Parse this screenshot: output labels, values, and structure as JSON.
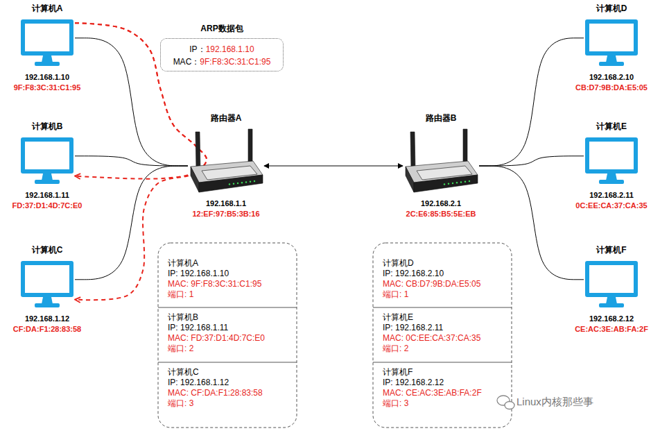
{
  "diagram": {
    "nodes": [
      {
        "text": [
          "计算机A",
          "192.168.1.10",
          "9F:F8:3C:31:C1:95"
        ]
      },
      {
        "text": [
          "ARP数据包",
          "IP：",
          "192.168.1.10",
          "MAC：",
          "9F:F8:3C:31:C1:95"
        ]
      },
      {
        "text": [
          "计算机D",
          "192.168.2.10",
          "CB:D7:9B:DA:E5:05"
        ]
      },
      {
        "text": [
          "路由器A",
          "192.168.1.1",
          "12:EF:97:B5:3B:16"
        ]
      },
      {
        "text": [
          "路由器B",
          "192.168.2.1",
          "2C:E6:85:B5:5E:EB"
        ]
      },
      {
        "text": [
          "计算机B",
          "192.168.1.11",
          "FD:37:D1:4D:7C:E0"
        ]
      },
      {
        "text": [
          "计算机E",
          "192.168.2.11",
          "0C:EE:CA:37:CA:35"
        ]
      },
      {
        "text": [
          "计算机C",
          "192.168.1.12",
          "CF:DA:F1:28:83:58"
        ]
      },
      {
        "text": [
          "计算机F",
          "192.168.2.12",
          "CE:AC:3E:AB:FA:2F"
        ]
      },
      {
        "text": [
          "计算机A",
          "IP: 192.168.1.10",
          "MAC: 9F:F8:3C:31:C1:95",
          "端口: 1"
        ]
      },
      {
        "text": [
          "计算机B",
          "IP: 192.168.1.11",
          "MAC: FD:37:D1:4D:7C:E0",
          "端口: 2"
        ]
      },
      {
        "text": [
          "计算机C",
          "IP: 192.168.1.12",
          "MAC: CF:DA:F1:28:83:58",
          "端口: 3"
        ]
      },
      {
        "text": [
          "计算机D",
          "IP: 192.168.2.10",
          "MAC: CB:D7:9B:DA:E5:05",
          "端口: 1"
        ]
      },
      {
        "text": [
          "计算机E",
          "IP: 192.168.2.11",
          "MAC: 0C:EE:CA:37:CA:35",
          "端口: 2"
        ]
      },
      {
        "text": [
          "计算机F",
          "IP: 192.168.2.12",
          "MAC: CE:AC:3E:AB:FA:2F",
          "端口: 3"
        ]
      }
    ],
    "edges": [
      {
        "from": 0,
        "to": 3,
        "arrow": "none"
      },
      {
        "from": 5,
        "to": 3,
        "arrow": "none"
      },
      {
        "from": 7,
        "to": 3,
        "arrow": "none"
      },
      {
        "from": 3,
        "to": 4,
        "arrow": "both"
      },
      {
        "from": 2,
        "to": 4,
        "arrow": "none"
      },
      {
        "from": 6,
        "to": 4,
        "arrow": "none"
      },
      {
        "from": 8,
        "to": 4,
        "arrow": "none"
      },
      {
        "from": 0,
        "to": 5,
        "arrow": "to"
      },
      {
        "from": 0,
        "to": 7,
        "arrow": "to"
      }
    ],
    "labels": [
      "Linux内核那些事"
    ]
  }
}
